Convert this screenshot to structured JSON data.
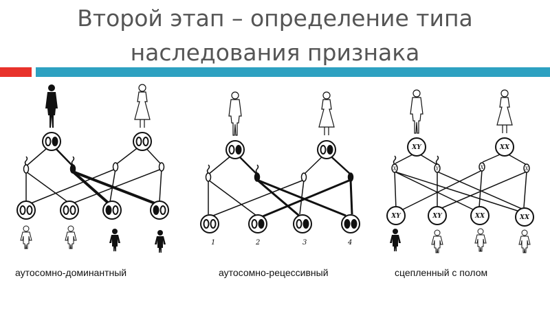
{
  "title": {
    "line1": "Второй этап – определение типа",
    "line2": "наследования признака"
  },
  "schemes": [
    {
      "caption": "аутосомно-доминантный",
      "offspring_labels": []
    },
    {
      "caption": "аутосомно-рецессивный",
      "offspring_labels": [
        "1",
        "2",
        "3",
        "4"
      ]
    },
    {
      "caption": "сцепленный с полом",
      "parent_labels": [
        "XY",
        "XX"
      ],
      "gamete_labels": [
        "X",
        "Y",
        "X",
        "X"
      ],
      "offspring_labels": [
        "XY",
        "XY",
        "XX",
        "XX"
      ]
    }
  ],
  "colors": {
    "accent_red": "#e8322b",
    "accent_blue": "#2da1c1",
    "ink": "#111111"
  },
  "icons": [
    "male-figure-icon",
    "female-figure-icon",
    "child-figure-icon",
    "sperm-icon"
  ]
}
